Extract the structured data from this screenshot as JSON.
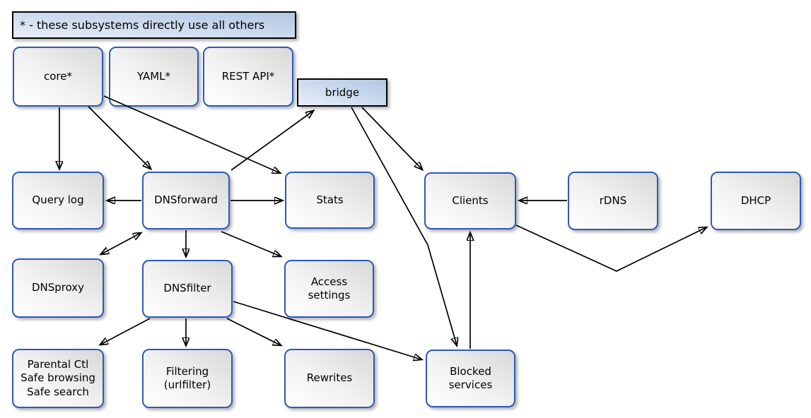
{
  "diagram": {
    "legend": "* - these subsystems directly use all others",
    "nodes": {
      "core": {
        "label": "core*"
      },
      "yaml": {
        "label": "YAML*"
      },
      "rest_api": {
        "label": "REST API*"
      },
      "bridge": {
        "label": "bridge"
      },
      "query_log": {
        "label": "Query log"
      },
      "dnsforward": {
        "label": "DNSforward"
      },
      "stats": {
        "label": "Stats"
      },
      "clients": {
        "label": "Clients"
      },
      "rdns": {
        "label": "rDNS"
      },
      "dhcp": {
        "label": "DHCP"
      },
      "dnsproxy": {
        "label": "DNSproxy"
      },
      "dnsfilter": {
        "label": "DNSfilter"
      },
      "access_settings": {
        "label": "Access\nsettings"
      },
      "parental": {
        "label": "Parental Ctl\nSafe browsing\nSafe search"
      },
      "filtering": {
        "label": "Filtering\n(urlfilter)"
      },
      "rewrites": {
        "label": "Rewrites"
      },
      "blocked_services": {
        "label": "Blocked\nservices"
      }
    },
    "edges": [
      {
        "from": "core",
        "to": "query_log"
      },
      {
        "from": "core",
        "to": "dnsforward"
      },
      {
        "from": "core",
        "to": "stats"
      },
      {
        "from": "dnsforward",
        "to": "bridge"
      },
      {
        "from": "dnsforward",
        "to": "query_log"
      },
      {
        "from": "dnsforward",
        "to": "stats"
      },
      {
        "from": "dnsforward",
        "to": "dnsproxy",
        "bidirectional": true
      },
      {
        "from": "dnsforward",
        "to": "dnsfilter"
      },
      {
        "from": "dnsforward",
        "to": "access_settings"
      },
      {
        "from": "bridge",
        "to": "clients"
      },
      {
        "from": "bridge",
        "to": "blocked_services"
      },
      {
        "from": "dnsfilter",
        "to": "parental"
      },
      {
        "from": "dnsfilter",
        "to": "filtering"
      },
      {
        "from": "dnsfilter",
        "to": "rewrites"
      },
      {
        "from": "dnsfilter",
        "to": "blocked_services"
      },
      {
        "from": "blocked_services",
        "to": "clients"
      },
      {
        "from": "rdns",
        "to": "clients"
      },
      {
        "from": "clients",
        "to": "dhcp"
      }
    ],
    "colors": {
      "node_border": "#2e59b8",
      "node_fill_light": "#ffffff",
      "node_fill_dark": "#d8d8d8",
      "plain_border": "#000000",
      "plain_fill_light": "#e9eef8",
      "plain_fill_dark": "#b2c6e3",
      "line": "#000000",
      "background": "#ffffff"
    }
  }
}
